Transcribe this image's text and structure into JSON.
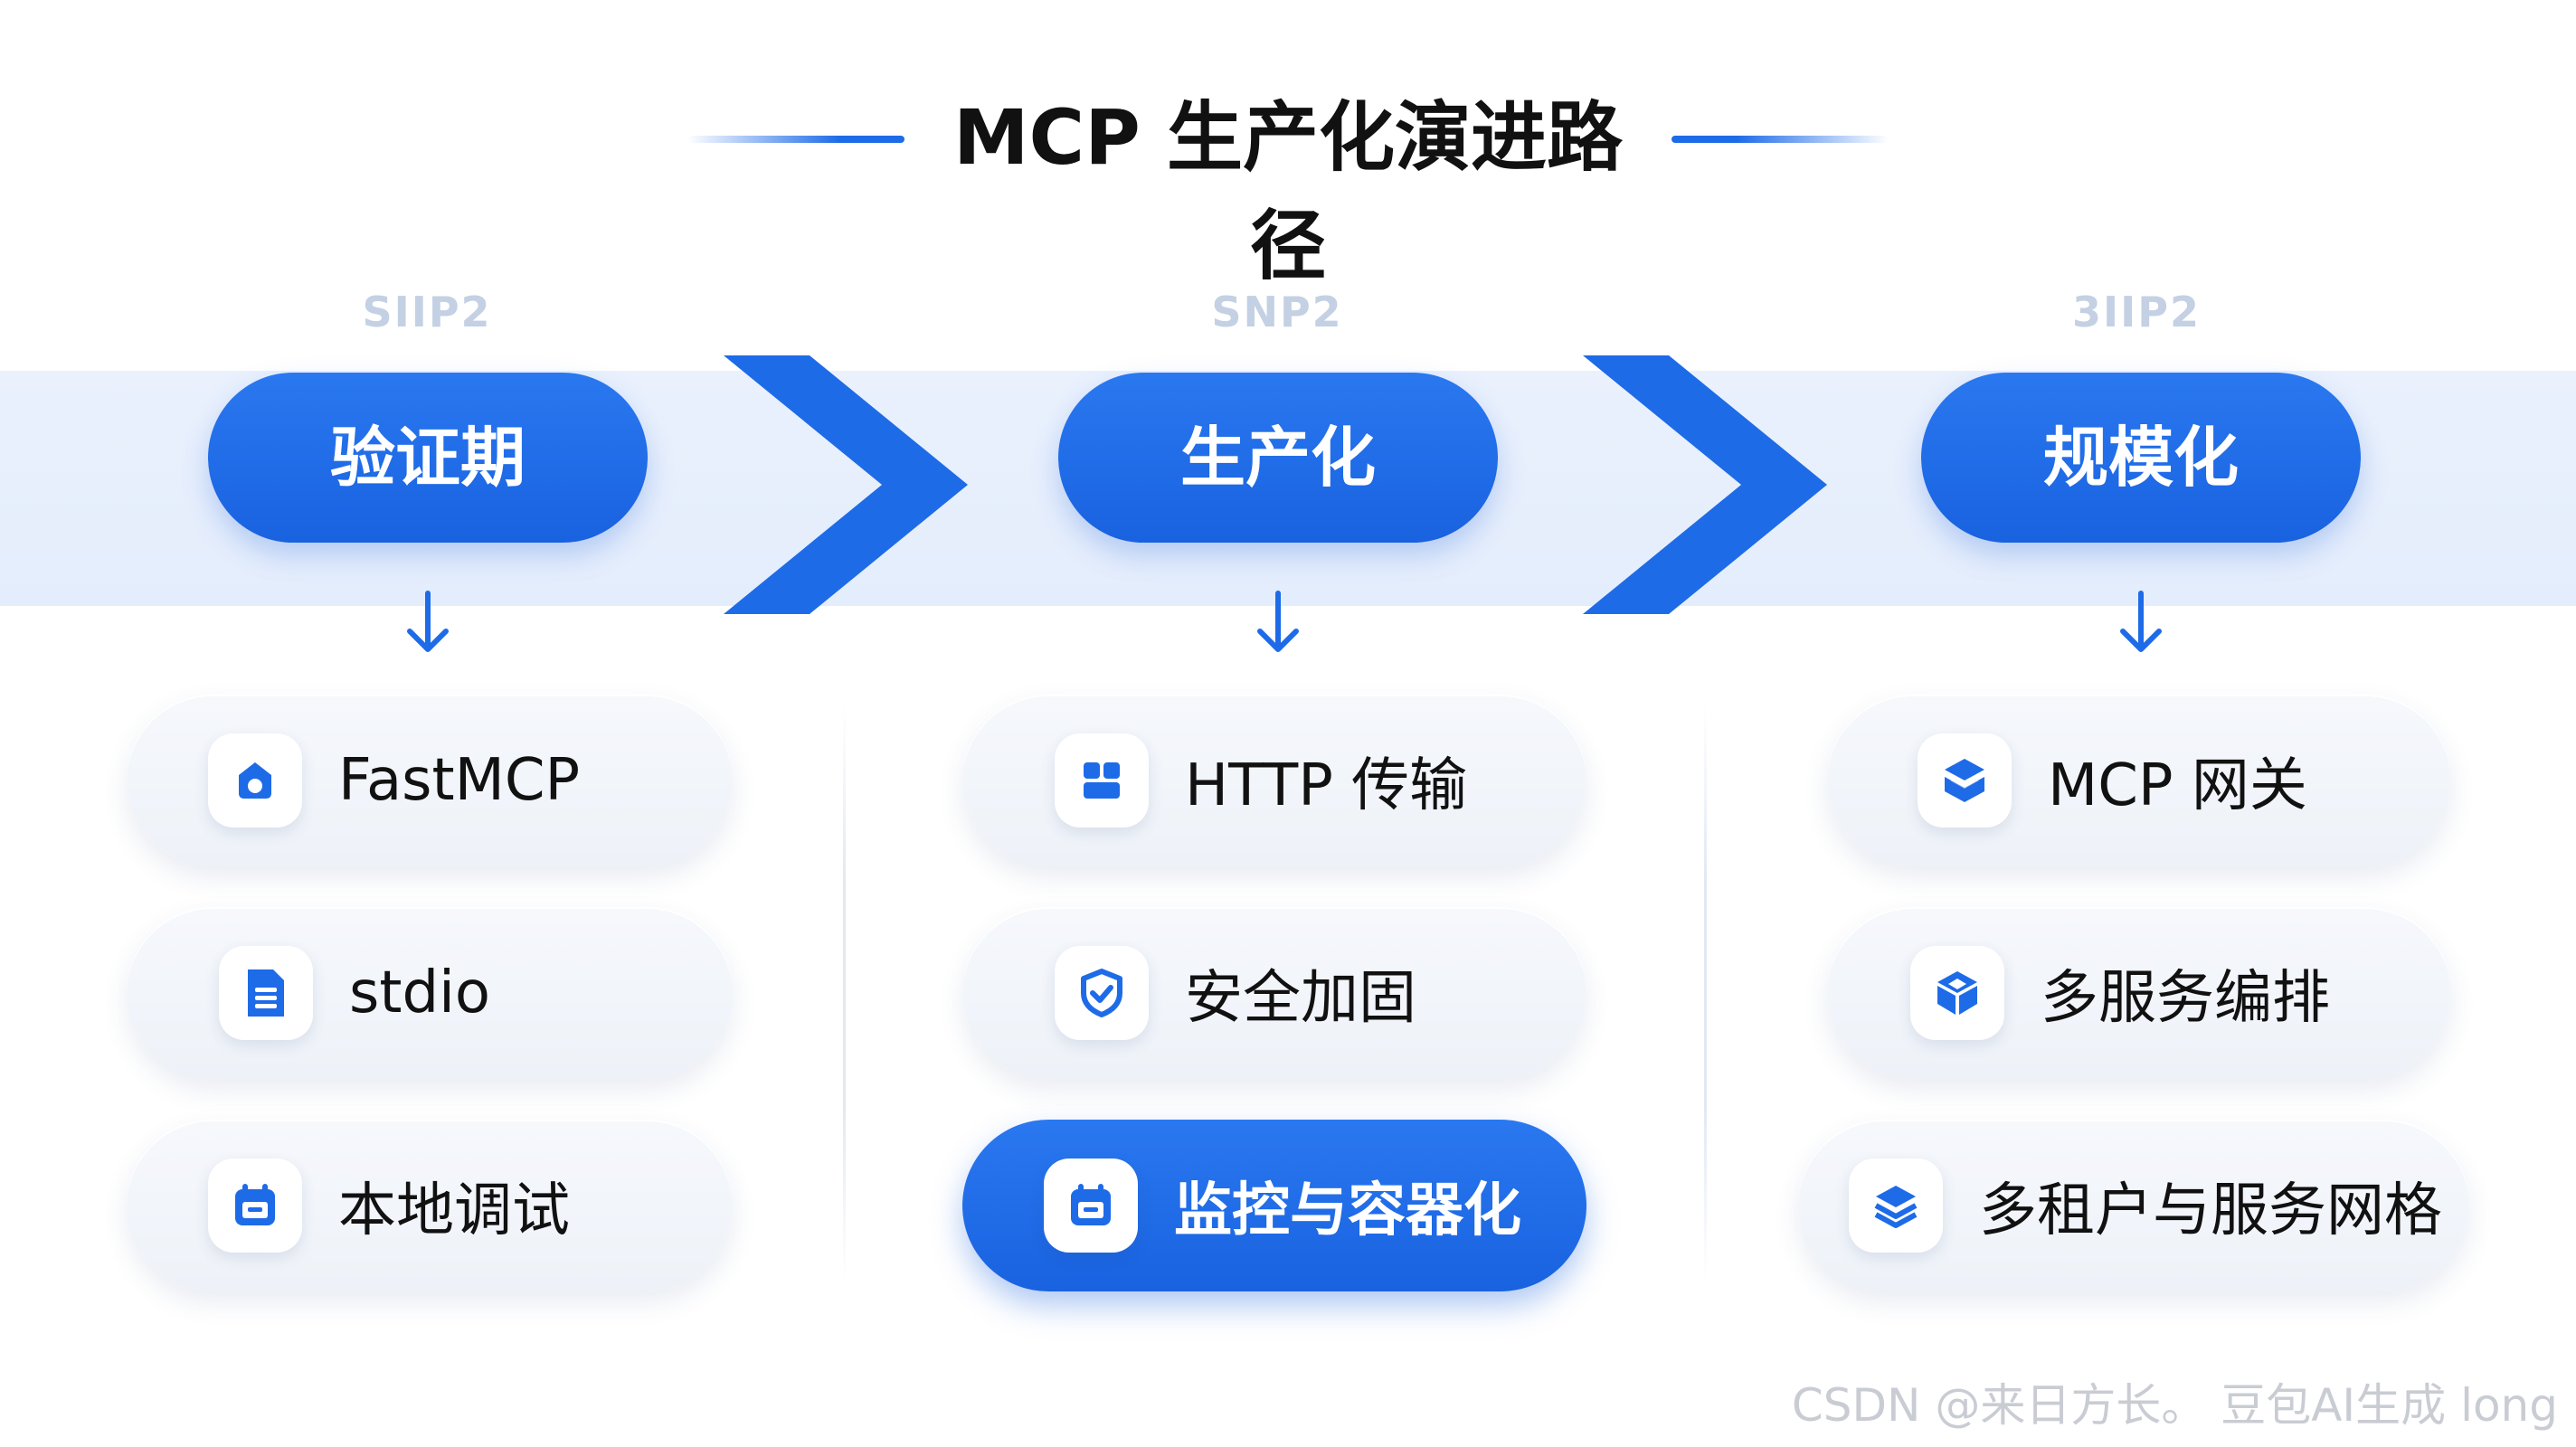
{
  "title": "MCP 生产化演进路径",
  "colors": {
    "primary": "#1e6be8",
    "band": "#e6eefc",
    "item_bg": "#f2f5fa",
    "text": "#111111",
    "step_label": "#c4d0e3"
  },
  "stages": [
    {
      "step_label": "SIIP2",
      "name": "验证期",
      "items": [
        {
          "label": "FastMCP",
          "icon": "cloud-icon",
          "active": false
        },
        {
          "label": "stdio",
          "icon": "document-icon",
          "active": false
        },
        {
          "label": "本地调试",
          "icon": "calendar-icon",
          "active": false
        }
      ]
    },
    {
      "step_label": "SNP2",
      "name": "生产化",
      "items": [
        {
          "label": "HTTP 传输",
          "icon": "grid-icon",
          "active": false
        },
        {
          "label": "安全加固",
          "icon": "shield-check-icon",
          "active": false
        },
        {
          "label": "监控与容器化",
          "icon": "calendar-icon",
          "active": true
        }
      ]
    },
    {
      "step_label": "3IIP2",
      "name": "规模化",
      "items": [
        {
          "label": "MCP 网关",
          "icon": "layers-box-icon",
          "active": false
        },
        {
          "label": "多服务编排",
          "icon": "cube-icon",
          "active": false
        },
        {
          "label": "多租户与服务网格",
          "icon": "stack-icon",
          "active": false
        }
      ]
    }
  ],
  "watermark": "CSDN @来日方长。 豆包AI生成 long"
}
